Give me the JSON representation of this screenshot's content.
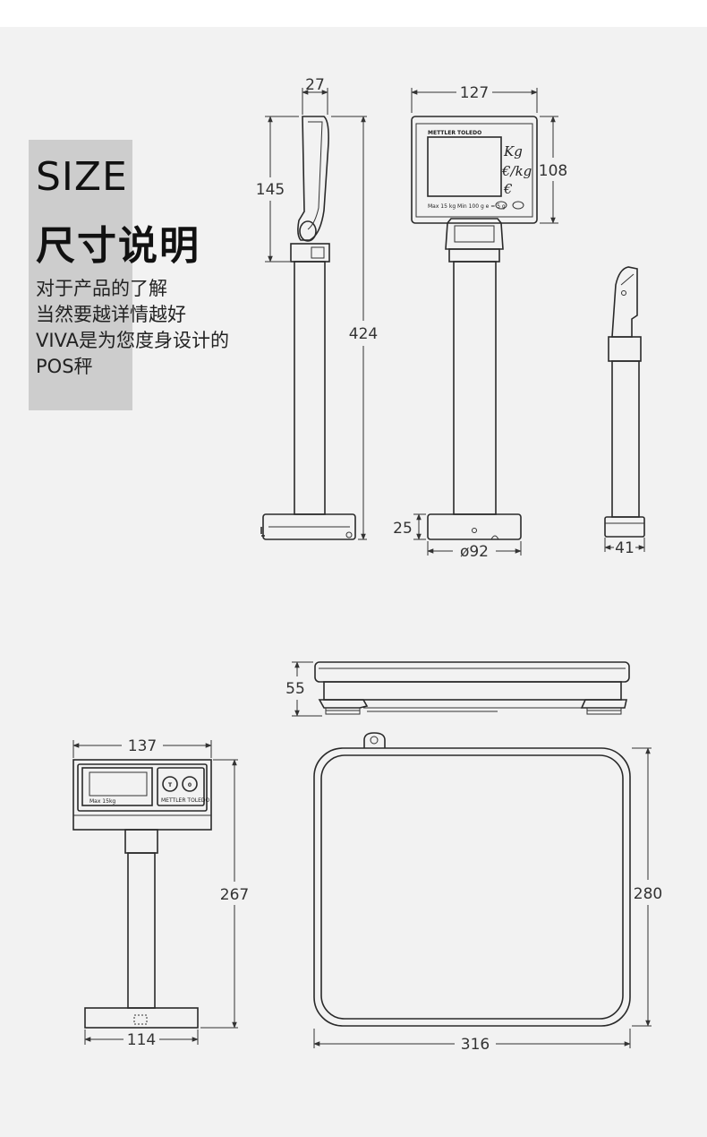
{
  "heading": {
    "size_en": "SIZE",
    "size_cn": "尺寸说明",
    "desc_lines": [
      "对于产品的了解",
      "当然要越详情越好",
      "VIVA是为您度身设计的",
      "POS秤"
    ]
  },
  "display_screen": {
    "brand": "METTLER TOLEDO",
    "unit_kg": "Kg",
    "unit_eur_kg": "€/kg",
    "unit_eur": "€",
    "bottom_text": "Max 15 kg Min 100 g e = 5 g"
  },
  "dimensions": {
    "side_width": "27",
    "side_head_height": "145",
    "total_height": "424",
    "front_width": "127",
    "front_head_height": "108",
    "base_height": "25",
    "base_diameter": "ø92",
    "back_pole_width": "41",
    "platform_height": "55",
    "terminal_width": "137",
    "terminal_height": "267",
    "terminal_base": "114",
    "platform_depth": "280",
    "platform_width": "316"
  },
  "terminal": {
    "key_tare": "T",
    "key_zero": "0",
    "brand_small": "METTLER TOLEDO"
  }
}
